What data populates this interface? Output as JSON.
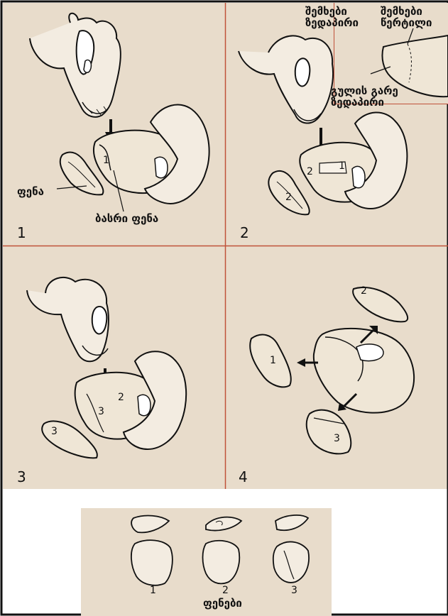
{
  "colors": {
    "panel_background": "#e8dccb",
    "divider": "#c0523a",
    "frame": "#111111",
    "ink": "#111111"
  },
  "steps": [
    {
      "number": "1",
      "labels": {
        "flake": "ფენა",
        "base_flake": "ბასრი ფენა"
      },
      "marks": [
        "1"
      ]
    },
    {
      "number": "2",
      "marks": [
        "1",
        "2"
      ]
    },
    {
      "number": "3",
      "marks": [
        "2",
        "3",
        "3"
      ]
    },
    {
      "number": "4",
      "marks": [
        "1",
        "2",
        "3"
      ]
    }
  ],
  "inset_labels": {
    "platform_surface": "შემხები\nზედაპირი",
    "platform_edge": "შემხები\nწერტილი",
    "core_outer_surface": "გულის გარე\nზედაპირი"
  },
  "flakes_panel": {
    "numbers": [
      "1",
      "2",
      "3"
    ],
    "caption": "ფენები"
  },
  "icons": [
    "hand-with-hammerstone-icon",
    "hand-holding-core-icon",
    "strike-arrow-icon",
    "flake-icon",
    "core-icon"
  ]
}
